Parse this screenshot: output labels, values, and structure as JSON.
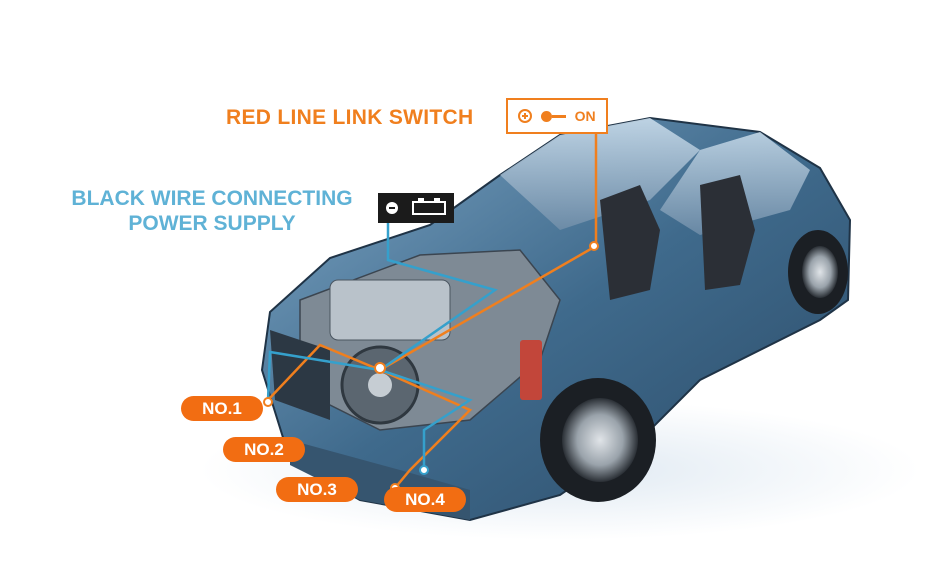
{
  "labels": {
    "red_line_switch": "RED LINE LINK SWITCH",
    "switch_state": "ON",
    "black_wire_line1": "BLACK WIRE CONNECTING",
    "black_wire_line2": "POWER SUPPLY",
    "points": [
      "NO.1",
      "NO.2",
      "NO.3",
      "NO.4"
    ]
  },
  "icons": {
    "switch": "plus-key-switch-icon",
    "battery": "battery-icon"
  },
  "colors": {
    "orange": "#f07f1e",
    "blue_text": "#5fb2d6",
    "wire_blue": "#35a0cc",
    "car_body": "#3f6a8c",
    "pill": "#f26d12"
  }
}
